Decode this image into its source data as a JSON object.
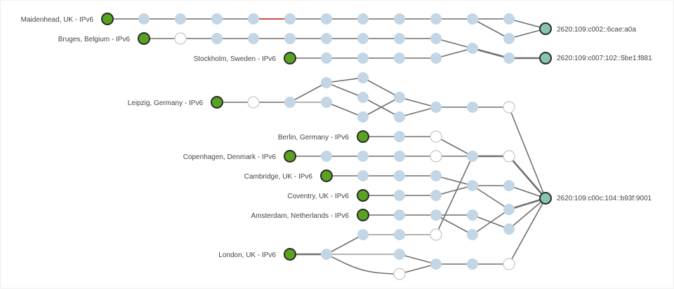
{
  "title": "Traceroute path diagram",
  "colors": {
    "source": "#5aa321",
    "destination": "#86c5b1",
    "hop": "#c2d6e6",
    "unresponsive_hop": "#ffffff",
    "edge": "#6f6f6f",
    "alert_edge": "#c0392b"
  },
  "sources": [
    {
      "id": "s_maidenhead",
      "label": "Maidenhead, UK - IPv6"
    },
    {
      "id": "s_bruges",
      "label": "Bruges, Belgium - IPv6"
    },
    {
      "id": "s_stockholm",
      "label": "Stockholm, Sweden - IPv6"
    },
    {
      "id": "s_leipzig",
      "label": "Leipzig, Germany - IPv6"
    },
    {
      "id": "s_berlin",
      "label": "Berlin, Germany - IPv6"
    },
    {
      "id": "s_copenhagen",
      "label": "Copenhagen, Denmark - IPv6"
    },
    {
      "id": "s_cambridge",
      "label": "Cambridge, UK - IPv6"
    },
    {
      "id": "s_coventry",
      "label": "Coventry, UK - IPv6"
    },
    {
      "id": "s_amsterdam",
      "label": "Amsterdam, Netherlands - IPv6"
    },
    {
      "id": "s_london",
      "label": "London, UK - IPv6"
    }
  ],
  "destinations": [
    {
      "id": "d_a0a",
      "label": "2620:109:c002::6cae:a0a"
    },
    {
      "id": "d_f881",
      "label": "2620:109:c007:102::5be1:f881"
    },
    {
      "id": "d_9001",
      "label": "2620:109:c00c:104::b93f:9001"
    }
  ]
}
